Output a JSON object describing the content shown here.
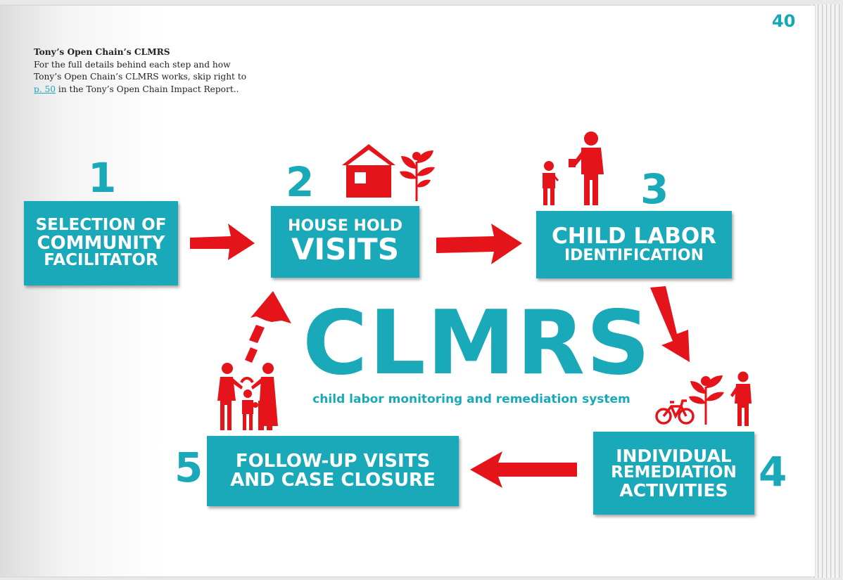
{
  "page_number": "40",
  "intro": {
    "title": "Tony’s Open Chain’s CLMRS",
    "line1": "For the full details behind each step and how",
    "line2": "Tony’s Open Chain’s CLMRS works, skip right to",
    "link": "p. 50",
    "line3_rest": " in the Tony’s Open Chain Impact Report.."
  },
  "center": {
    "title": "CLMRS",
    "subtitle": "child labor monitoring and remediation system"
  },
  "steps": [
    {
      "number": "1",
      "lines": [
        "SELECTION OF",
        "COMMUNITY",
        "FACILITATOR"
      ]
    },
    {
      "number": "2",
      "lines": [
        "HOUSE HOLD",
        "VISITS"
      ]
    },
    {
      "number": "3",
      "lines": [
        "CHILD LABOR",
        "IDENTIFICATION"
      ]
    },
    {
      "number": "4",
      "lines": [
        "INDIVIDUAL",
        "REMEDIATION",
        "ACTIVITIES"
      ]
    },
    {
      "number": "5",
      "lines": [
        "FOLLOW-UP VISITS",
        "AND CASE CLOSURE"
      ]
    }
  ],
  "colors": {
    "teal": "#1aa9b8",
    "red": "#e5141b",
    "white": "#ffffff"
  },
  "icons": [
    "house-icon",
    "plant-icon",
    "child-icon",
    "adult-icon",
    "bicycle-icon",
    "family-icon",
    "arrow-icon"
  ]
}
